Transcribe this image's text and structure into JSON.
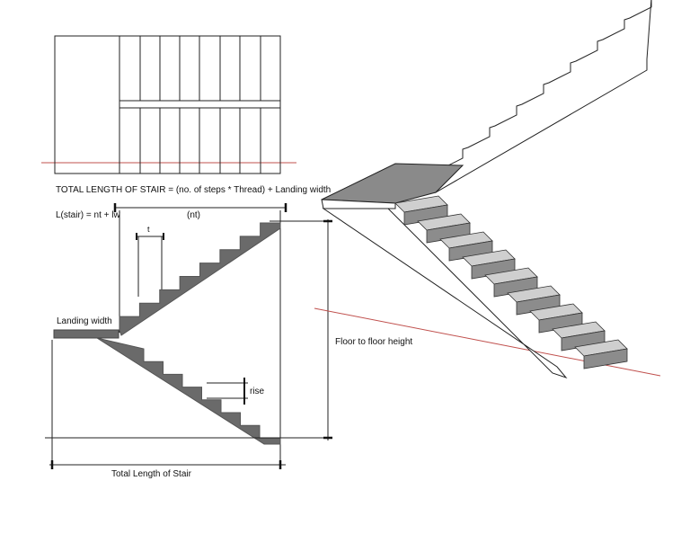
{
  "labels": {
    "formula_long": "TOTAL LENGTH OF STAIR  = (no. of steps * Thread) + Landing width",
    "formula_short": "L(stair) = nt + lw",
    "nt": "(nt)",
    "t": "t",
    "landing_width": "Landing width",
    "rise": "rise",
    "floor_to_floor": "Floor to floor height",
    "total_length": "Total Length of Stair"
  },
  "colors": {
    "line": "#222222",
    "section_fill": "#6a6a6a",
    "step_tread": "#cfcfcf",
    "step_riser": "#8c8c8c",
    "landing_top": "#8a8a8a",
    "red_line": "#c0504d"
  }
}
